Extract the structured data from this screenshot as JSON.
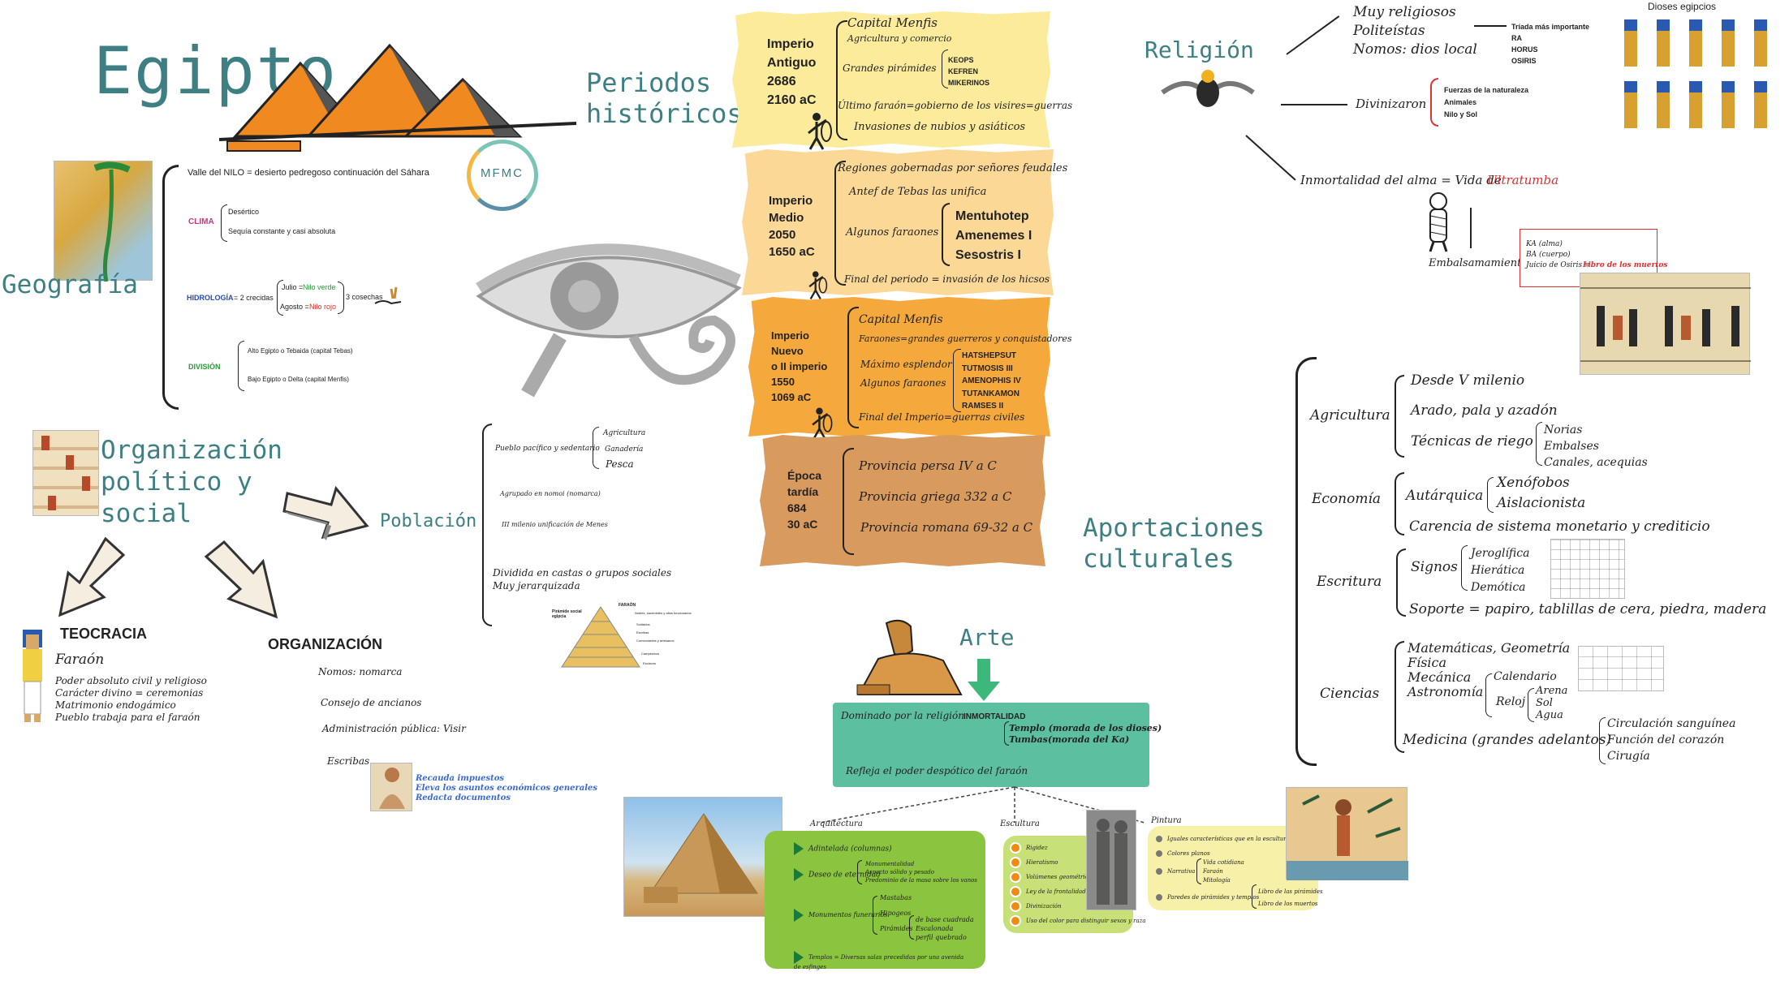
{
  "title": "Egipto",
  "periodos": {
    "title1": "Periodos",
    "title2": "históricos"
  },
  "logo": "MFMC",
  "geografia": {
    "title": "Geografía",
    "valle": "Valle del NILO = desierto pedregoso continuación del Sáhara",
    "clima_label": "CLIMA",
    "clima": [
      "Desértico",
      "Sequía constante y casi absoluta"
    ],
    "hidro_label": "HIDROLOGÍA",
    "hidro_crecidas": "= 2 crecidas",
    "julio": "Julio =",
    "julio_val": "Nilo verde",
    "agosto": "Agosto =",
    "agosto_val": "Nilo rojo",
    "cosechas": "3 cosechas",
    "division_label": "DIVISIÓN",
    "division": [
      "Alto Egipto o Tebaida (capital Tebas)",
      "Bajo Egipto o Delta (capital Menfis)"
    ]
  },
  "organizacion": {
    "title": [
      "Organización",
      "político y",
      "social"
    ],
    "teocracia": "TEOCRACIA",
    "faraon": "Faraón",
    "faraon_items": [
      "Poder absoluto civil y religioso",
      "Carácter divino = ceremonias",
      "Matrimonio endogámico",
      "Pueblo trabaja para el faraón"
    ],
    "org_title": "ORGANIZACIÓN",
    "org_items": [
      "Nomos: nomarca",
      "Consejo de ancianos",
      "Administración pública: Visir",
      "Escribas"
    ],
    "escribas_items": [
      "Recauda impuestos",
      "Eleva los asuntos económicos generales",
      "Redacta documentos"
    ]
  },
  "poblacion": {
    "title": "Población",
    "pacifico": "Pueblo pacífico y sedentario",
    "pacifico_items": [
      "Agricultura",
      "Ganadería",
      "Pesca"
    ],
    "agrupado": "Agrupado en nomoi (nomarca)",
    "milenio": "III milenio unificación de Menes",
    "dividida1": "Dividida en castas o grupos sociales",
    "dividida2": "Muy jerarquizada",
    "piramide_title": "Pirámide social egipcia",
    "piramide_top": "FARAÓN",
    "piramide_labels": [
      "Nobles, sacerdotes y altos funcionarios",
      "Soldados",
      "Escribas",
      "Comerciantes y artesanos",
      "Campesinos",
      "Esclavos"
    ]
  },
  "periods": [
    {
      "name": [
        "Imperio",
        "Antiguo",
        "2686",
        "2160 aC"
      ],
      "color": "#fbeb9b",
      "items": [
        "Capital Menfis",
        "Agricultura y comercio",
        "Grandes pirámides",
        "Último faraón=gobierno de los visires=guerras",
        "Invasiones de nubios y asiáticos"
      ],
      "pharaohs": [
        "KEOPS",
        "KEFREN",
        "MIKERINOS"
      ]
    },
    {
      "name": [
        "Imperio",
        "Medio",
        "2050",
        "1650 aC"
      ],
      "color": "#fbd895",
      "items": [
        "Regiones gobernadas por señores feudales",
        "Antef de Tebas las unifica",
        "Algunos faraones",
        "Final del periodo = invasión de los hicsos"
      ],
      "pharaohs": [
        "Mentuhotep",
        "Amenemes I",
        "Sesostris I"
      ]
    },
    {
      "name": [
        "Imperio",
        "Nuevo",
        "o II imperio",
        "1550",
        "1069 aC"
      ],
      "color": "#f5a93c",
      "items": [
        "Capital Menfis",
        "Faraones=grandes guerreros y conquistadores",
        "Máximo esplendor",
        "Algunos faraones",
        "Final del Imperio=guerras civiles"
      ],
      "pharaohs": [
        "HATSHEPSUT",
        "TUTMOSIS III",
        "AMENOPHIS IV",
        "TUTANKAMON",
        "RAMSES II"
      ]
    },
    {
      "name": [
        "Época",
        "tardía",
        "684",
        "30 aC"
      ],
      "color": "#d99a5e",
      "items": [
        "Provincia persa IV a C",
        "Provincia griega 332 a C",
        "Provincia romana 69-32 a C"
      ],
      "pharaohs": []
    }
  ],
  "religion": {
    "title": "Religión",
    "top": [
      "Muy religiosos",
      "Politeístas",
      "Nomos: dios local"
    ],
    "triada": [
      "Tríada más importante",
      "RA",
      "HORUS",
      "OSIRIS"
    ],
    "divinizaron": "Divinizaron",
    "fuerzas": [
      "Fuerzas de la naturaleza",
      "Animales",
      "Nilo y Sol"
    ],
    "dioses_title": "Dioses egipcios",
    "inmortalidad": "Inmortalidad del alma = Vida de",
    "ultratumba": "Ultratumba",
    "embalsamiento": "Embalsamamiento",
    "ka": "KA (alma)",
    "ba": "BA (cuerpo)",
    "juicio": "Juicio de Osiris =",
    "libro": "Libro de los muertos"
  },
  "aportaciones": {
    "title": [
      "Aportaciones",
      "culturales"
    ],
    "agricultura": "Agricultura",
    "agri_items": [
      "Desde V milenio",
      "Arado, pala y azadón",
      "Técnicas de riego"
    ],
    "riego": [
      "Norias",
      "Embalses",
      "Canales, acequias"
    ],
    "economia": "Economía",
    "autarquica": "Autárquica",
    "autarquica_items": [
      "Xenófobos",
      "Aislacionista"
    ],
    "carencia": "Carencia de sistema monetario y crediticio",
    "escritura": "Escritura",
    "signos": "Signos",
    "signos_items": [
      "Jeroglífica",
      "Hierática",
      "Demótica"
    ],
    "soporte": "Soporte = papiro, tablillas de cera, piedra, madera",
    "ciencias": "Ciencias",
    "ciencias_items": [
      "Matemáticas, Geometría",
      "Física",
      "Mecánica",
      "Astronomía"
    ],
    "calendario": "Calendario",
    "reloj": "Reloj",
    "reloj_items": [
      "Arena",
      "Sol",
      "Agua"
    ],
    "medicina": "Medicina (grandes adelantos)",
    "medicina_items": [
      "Circulación sanguínea",
      "Función del corazón",
      "Cirugía"
    ]
  },
  "arte": {
    "title": "Arte",
    "dominado": "Dominado por la religión",
    "inmortalidad": "INMORTALIDAD",
    "templo": "Templo (morada de los dioses)",
    "tumbas": "Tumbas(morada del Ka)",
    "refleja": "Refleja el poder despótico del faraón",
    "arquitectura": "Arquitectura",
    "escultura": "Escultura",
    "pintura": "Pintura",
    "arq_items": [
      "Adintelada (columnas)",
      "Deseo de eternidad",
      "Monumentos funerarios",
      "Templos = Diversas salas precedidas por una avenida de esfinges"
    ],
    "eternidad_items": [
      "Monumentalidad",
      "Aspecto sólido y pesado",
      "Predominio de la masa sobre los vanos"
    ],
    "funerarios_items": [
      "Mastabas",
      "Hipogeos",
      "Pirámides"
    ],
    "piramides_items": [
      "de base cuadrada",
      "Escalonada",
      "perfil quebrado"
    ],
    "esc_items": [
      "Rigidez",
      "Hieratismo",
      "Volúmenes geométricos",
      "Ley de la frontalidad",
      "Divinización",
      "Uso del color para distinguir sexos y raza"
    ],
    "pint_items": [
      "Iguales características que en la escultura",
      "Colores planos",
      "Narrativa",
      "Paredes de pirámides y templos"
    ],
    "narrativa_items": [
      "Vida cotidiana",
      "Faraón",
      "Mitología"
    ],
    "paredes_items": [
      "Libro de las pirámides",
      "Libro de los muertos"
    ]
  },
  "colors": {
    "teal": "#3d7f82",
    "red": "#e03030",
    "green": "#8bc53f",
    "art_teal": "#5cbf9f"
  }
}
